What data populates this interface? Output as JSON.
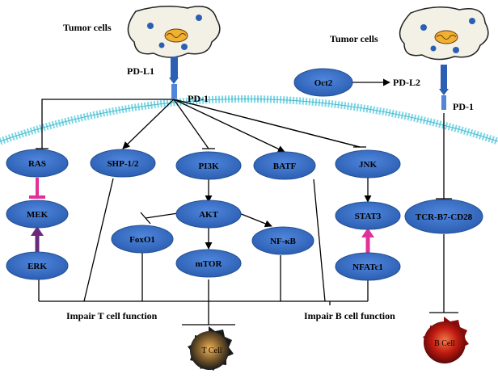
{
  "labels": {
    "tumor_left": "Tumor cells",
    "tumor_right": "Tumor cells",
    "pd_l1": "PD-L1",
    "pd_1_left": "PD-1",
    "pd_1_right": "PD-1",
    "pd_l2": "PD-L2",
    "impair_t": "Impair T cell function",
    "impair_b": "Impair B cell function"
  },
  "nodes": {
    "ras": "RAS",
    "shp": "SHP-1/2",
    "pi3k": "PI3K",
    "batf": "BATF",
    "jnk": "JNK",
    "mek": "MEK",
    "akt": "AKT",
    "stat3": "STAT3",
    "foxo1": "FoxO1",
    "nfkb": "NF-κB",
    "erk": "ERK",
    "mtor": "mTOR",
    "nfatc1": "NFATc1",
    "oct2": "Oct2",
    "tcr": "TCR-B7-CD28"
  },
  "cells": {
    "t_cell": "T Cell",
    "b_cell": "B Cell"
  },
  "colors": {
    "node_fill": "#3a6fc8",
    "node_stroke": "#23508f",
    "membrane": "#7ad8e6",
    "inhibit_pink": "#e0309a",
    "activate_purple": "#6a2a7a"
  }
}
